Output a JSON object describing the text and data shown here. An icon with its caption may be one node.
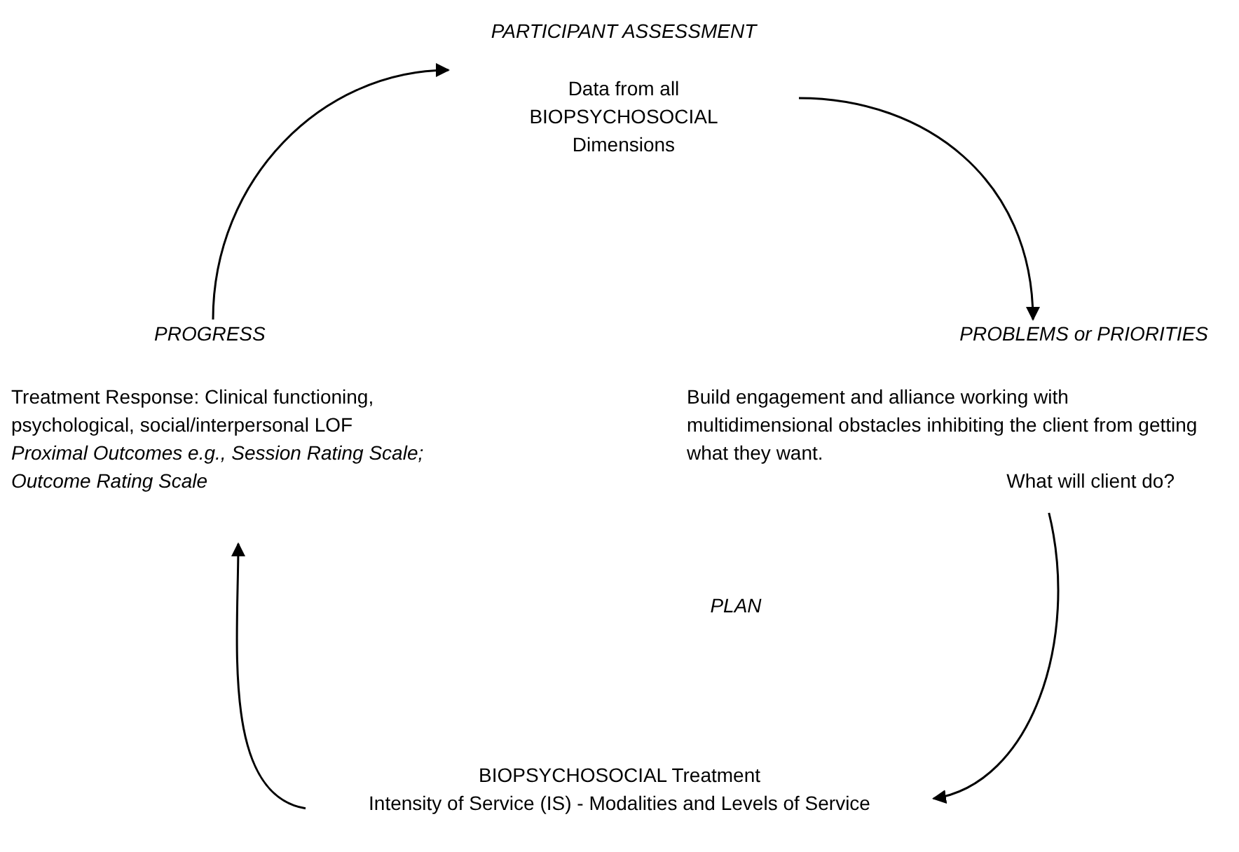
{
  "diagram": {
    "nodes": [
      {
        "text": [
          "PARTICIPANT ASSESSMENT",
          "Data from all BIOPSYCHOSOCIAL Dimensions"
        ]
      },
      {
        "text": [
          "PROBLEMS or PRIORITIES",
          "Build engagement and alliance working with multidimensional obstacles inhibiting the client from getting what they want.",
          "What will client do?"
        ]
      },
      {
        "text": [
          "PLAN",
          "BIOPSYCHOSOCIAL Treatment",
          "Intensity of Service (IS) - Modalities and Levels of Service"
        ]
      },
      {
        "text": [
          "PROGRESS",
          "Treatment Response: Clinical functioning, psychological, social/interpersonal LOF",
          "Proximal Outcomes e.g., Session Rating Scale; Outcome Rating Scale"
        ]
      }
    ],
    "edges": [
      {
        "from": 0,
        "to": 1,
        "arrow": "to"
      },
      {
        "from": 1,
        "to": 2,
        "arrow": "to"
      },
      {
        "from": 2,
        "to": 3,
        "arrow": "to"
      },
      {
        "from": 3,
        "to": 0,
        "arrow": "to"
      }
    ]
  }
}
